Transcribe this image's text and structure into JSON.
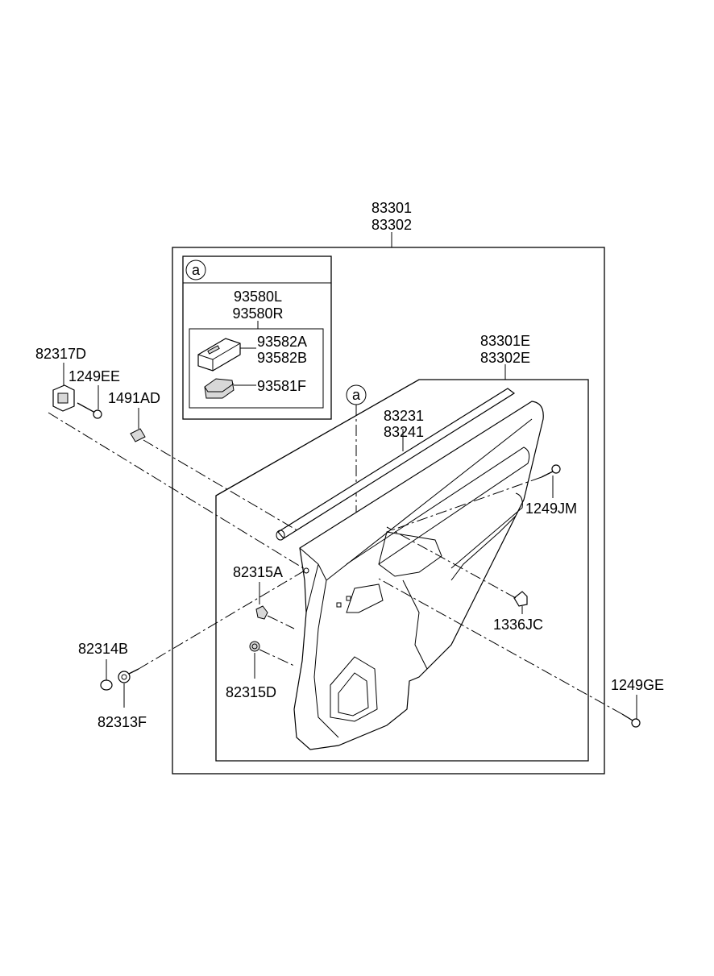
{
  "callouts": {
    "assembly_top": "83301",
    "assembly_bottom": "83302",
    "inset_circle": "a",
    "switch_assy_top": "93580L",
    "switch_assy_bottom": "93580R",
    "switch_cover_top": "93582A",
    "switch_cover_bottom": "93582B",
    "switch_knob": "93581F",
    "panel_top": "83301E",
    "panel_bottom": "83302E",
    "panel_circle": "a",
    "weatherstrip_top": "83231",
    "weatherstrip_bottom": "83241",
    "bracket": "82317D",
    "screw_bracket": "1249EE",
    "clip_nut": "1491AD",
    "screw_upper_right": "1249JM",
    "fastener_a": "82315A",
    "retainer_nut": "1336JC",
    "cap": "82314B",
    "fastener_d": "82315D",
    "screw_lower_right": "1249GE",
    "screw_lower_left": "82313F"
  }
}
